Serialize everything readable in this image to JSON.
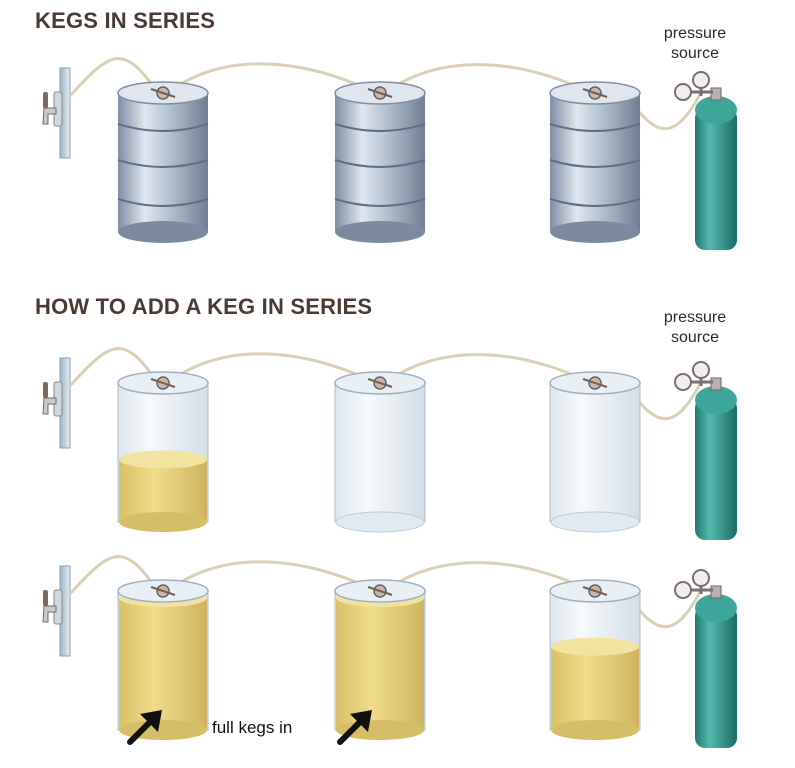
{
  "title": "KEGS IN SERIES",
  "subtitle": "HOW TO ADD A KEG IN SERIES",
  "pressure_label": {
    "line1": "pressure",
    "line2": "source"
  },
  "caption": "full kegs in",
  "rows": [
    {
      "style": "steel",
      "kegs": [
        {
          "fill": 1.0
        },
        {
          "fill": 1.0
        },
        {
          "fill": 1.0
        }
      ]
    },
    {
      "style": "glass",
      "kegs": [
        {
          "fill": 0.45
        },
        {
          "fill": 0.0
        },
        {
          "fill": 0.0
        }
      ]
    },
    {
      "style": "glass",
      "kegs": [
        {
          "fill": 0.95
        },
        {
          "fill": 0.95
        },
        {
          "fill": 0.6
        }
      ]
    }
  ],
  "colors": {
    "heading": "#4a3a32",
    "beer": "#e6d07a",
    "tank": "#2e9a92",
    "steel": "#b9c6d6",
    "tube": "#d9cfb4"
  }
}
